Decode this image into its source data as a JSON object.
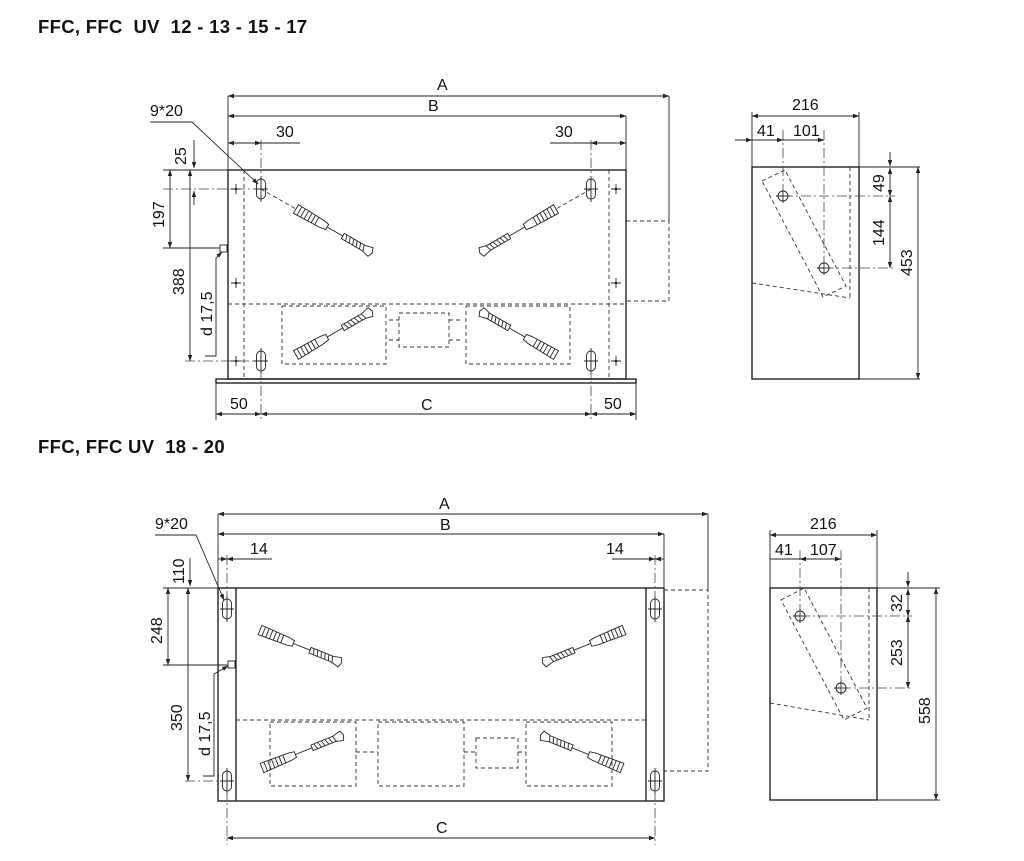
{
  "titles": {
    "top": "FFC, FFC  UV  12 - 13 - 15 - 17",
    "bottom": "FFC, FFC UV  18 - 20"
  },
  "top": {
    "front": {
      "A": "A",
      "B": "B",
      "C": "C",
      "slot": "9*20",
      "left_offset": "30",
      "right_offset": "30",
      "top_gap": "25",
      "upper_hole": "197",
      "lower_hole": "388",
      "diameter": "d 17,5",
      "left_margin": "50",
      "right_margin": "50"
    },
    "side": {
      "depth": "216",
      "left": "41",
      "hole_x": "101",
      "top": "49",
      "hole_spacing": "144",
      "height": "453"
    }
  },
  "bottom": {
    "front": {
      "A": "A",
      "B": "B",
      "C": "C",
      "slot": "9*20",
      "left_offset": "14",
      "right_offset": "14",
      "top_gap": "110",
      "upper_hole": "248",
      "lower_hole": "350",
      "diameter": "d 17,5"
    },
    "side": {
      "depth": "216",
      "left": "41",
      "hole_x": "107",
      "top": "32",
      "hole_spacing": "253",
      "height": "558"
    }
  }
}
